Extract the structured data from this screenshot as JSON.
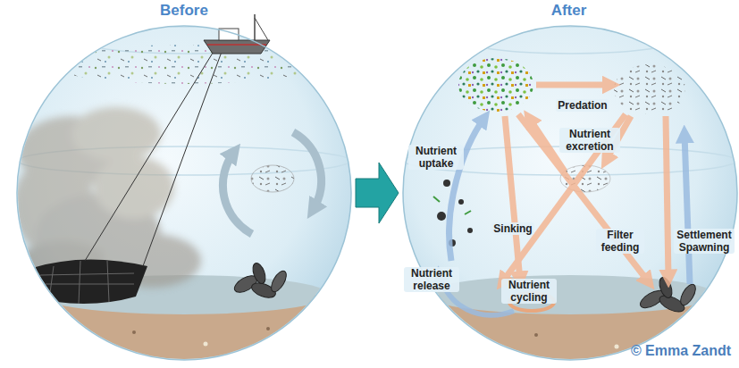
{
  "diagram": {
    "nodes": [
      {
        "text": [
          "Before"
        ]
      },
      {
        "text": [
          "After"
        ]
      }
    ],
    "edges": [
      {
        "from": 0,
        "to": 1,
        "arrow": "to"
      }
    ],
    "labels": [
      "Predation",
      "Nutrient excretion",
      "Nutrient uptake",
      "Settlement Spawning",
      "Sinking",
      "Filter feeding",
      "Nutrient release",
      "Nutrient cycling",
      "© Emma Zandt"
    ]
  }
}
